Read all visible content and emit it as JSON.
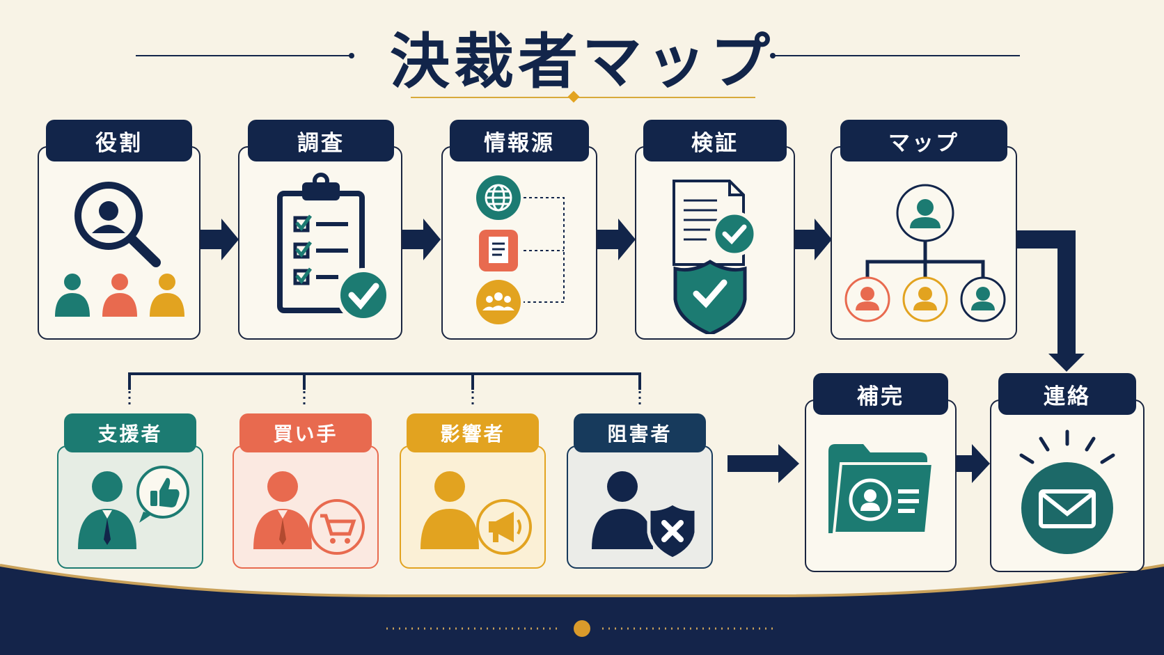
{
  "title": "決裁者マップ",
  "colors": {
    "navy": "#12254a",
    "teal": "#1c7b72",
    "coral": "#e86a4f",
    "gold": "#e2a320",
    "cream": "#f8f3e6"
  },
  "top_steps": [
    {
      "label": "役割",
      "icon": "search-person-icon"
    },
    {
      "label": "調査",
      "icon": "checklist-icon"
    },
    {
      "label": "情報源",
      "icon": "sources-icon"
    },
    {
      "label": "検証",
      "icon": "verified-document-icon"
    },
    {
      "label": "マップ",
      "icon": "org-chart-icon"
    }
  ],
  "roles": [
    {
      "label": "支援者",
      "icon": "thumbs-up-icon",
      "color": "#1c7b72"
    },
    {
      "label": "買い手",
      "icon": "cart-icon",
      "color": "#e86a4f"
    },
    {
      "label": "影響者",
      "icon": "megaphone-icon",
      "color": "#e2a320"
    },
    {
      "label": "阻害者",
      "icon": "blocked-shield-icon",
      "color": "#173a5c"
    }
  ],
  "bottom_steps": [
    {
      "label": "補完",
      "icon": "contact-folder-icon"
    },
    {
      "label": "連絡",
      "icon": "mail-icon"
    }
  ]
}
